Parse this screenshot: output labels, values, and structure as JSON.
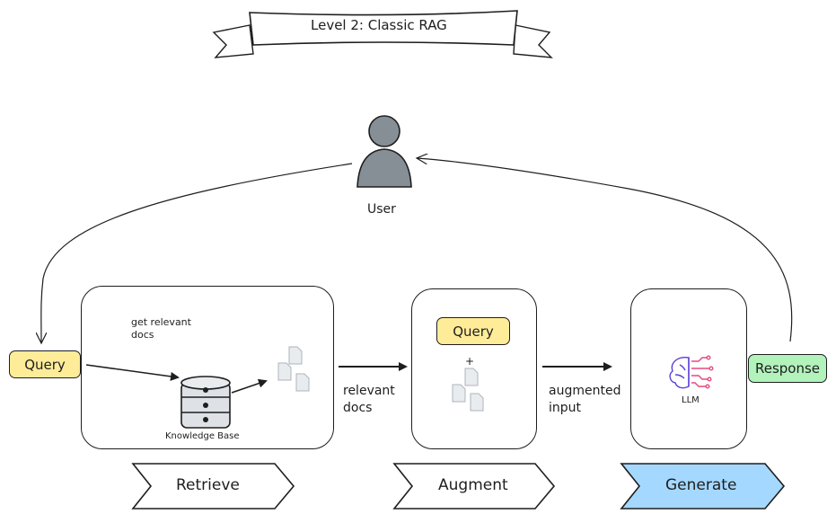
{
  "title": "Level 2: Classic RAG",
  "user": {
    "label": "User"
  },
  "query_input": {
    "label": "Query"
  },
  "retrieve_box": {
    "note": "get relevant\ndocs",
    "kb_label": "Knowledge Base"
  },
  "arrow_retrieve_augment": {
    "label": "relevant\ndocs"
  },
  "augment_box": {
    "query_label": "Query",
    "plus": "+"
  },
  "arrow_augment_generate": {
    "label": "augmented\ninput"
  },
  "generate_box": {
    "llm_label": "LLM"
  },
  "response": {
    "label": "Response"
  },
  "stages": [
    {
      "label": "Retrieve",
      "fill": "#ffffff"
    },
    {
      "label": "Augment",
      "fill": "#ffffff"
    },
    {
      "label": "Generate",
      "fill": "#a5d8ff"
    }
  ],
  "colors": {
    "query": "#ffec99",
    "response": "#b2f2bb",
    "generate": "#a5d8ff",
    "user": "#868e96",
    "llm_left": "#5c3dd9",
    "llm_right": "#e64980"
  },
  "icons": [
    "banner-icon",
    "user-icon",
    "database-icon",
    "documents-icon",
    "llm-brain-icon"
  ]
}
